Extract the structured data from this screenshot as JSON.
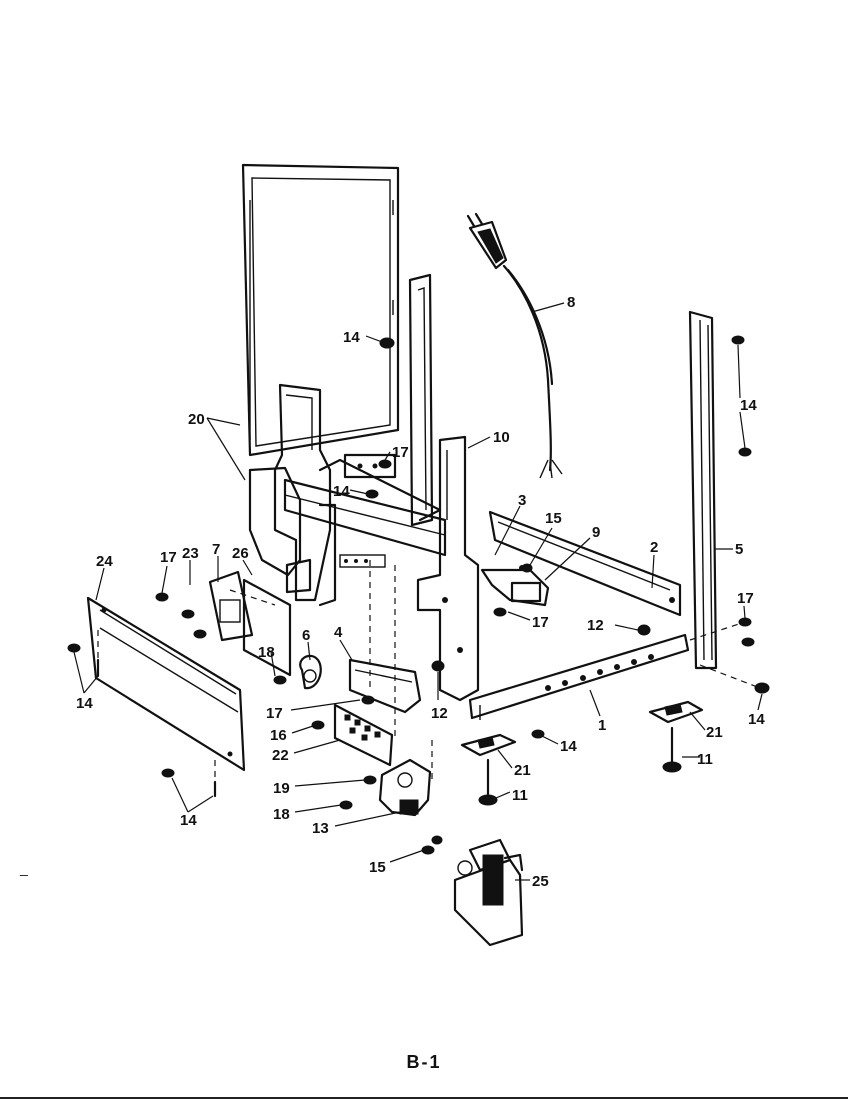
{
  "page_label": "B-1",
  "edge_mark": "_",
  "callouts": [
    {
      "id": "c14a",
      "text": "14"
    },
    {
      "id": "c8",
      "text": "8"
    },
    {
      "id": "c14b",
      "text": "14"
    },
    {
      "id": "c10",
      "text": "10"
    },
    {
      "id": "c20",
      "text": "20"
    },
    {
      "id": "c17a",
      "text": "17"
    },
    {
      "id": "c14c",
      "text": "14"
    },
    {
      "id": "c3",
      "text": "3"
    },
    {
      "id": "c15a",
      "text": "15"
    },
    {
      "id": "c9",
      "text": "9"
    },
    {
      "id": "c2",
      "text": "2"
    },
    {
      "id": "c5",
      "text": "5"
    },
    {
      "id": "c24",
      "text": "24"
    },
    {
      "id": "c17b",
      "text": "17"
    },
    {
      "id": "c23",
      "text": "23"
    },
    {
      "id": "c7",
      "text": "7"
    },
    {
      "id": "c26",
      "text": "26"
    },
    {
      "id": "c17c",
      "text": "17"
    },
    {
      "id": "c17d",
      "text": "17"
    },
    {
      "id": "c12a",
      "text": "12"
    },
    {
      "id": "c18a",
      "text": "18"
    },
    {
      "id": "c6",
      "text": "6"
    },
    {
      "id": "c4",
      "text": "4"
    },
    {
      "id": "c14d",
      "text": "14"
    },
    {
      "id": "c17e",
      "text": "17"
    },
    {
      "id": "c12b",
      "text": "12"
    },
    {
      "id": "c1",
      "text": "1"
    },
    {
      "id": "c14e",
      "text": "14"
    },
    {
      "id": "c21a",
      "text": "21"
    },
    {
      "id": "c14f",
      "text": "14"
    },
    {
      "id": "c16",
      "text": "16"
    },
    {
      "id": "c22",
      "text": "22"
    },
    {
      "id": "c21b",
      "text": "21"
    },
    {
      "id": "c11a",
      "text": "11"
    },
    {
      "id": "c11b",
      "text": "11"
    },
    {
      "id": "c19",
      "text": "19"
    },
    {
      "id": "c18b",
      "text": "18"
    },
    {
      "id": "c13",
      "text": "13"
    },
    {
      "id": "c14g",
      "text": "14"
    },
    {
      "id": "c15b",
      "text": "15"
    },
    {
      "id": "c25",
      "text": "25"
    }
  ]
}
